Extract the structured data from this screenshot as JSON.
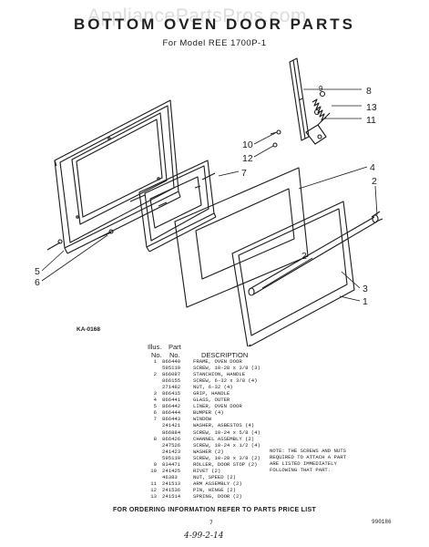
{
  "watermark": "AppliancePartsPros.com",
  "title": "BOTTOM OVEN DOOR PARTS",
  "model_line": "For Model REE 1700P-1",
  "reference_code": "KA-0168",
  "callouts": [
    "8",
    "13",
    "11",
    "10",
    "12",
    "7",
    "4",
    "2",
    "5",
    "6",
    "2",
    "3",
    "1",
    "9"
  ],
  "table_header": {
    "illus_label": "Illus.",
    "no_label": "No.",
    "part_label": "Part",
    "part_no_label": "No.",
    "description_label": "DESCRIPTION"
  },
  "parts": [
    {
      "illus": "1",
      "part": "866440",
      "desc": "FRAME, OVEN DOOR"
    },
    {
      "illus": "",
      "part": "595119",
      "desc": "SCREW, 10-28 x 3/8 (3)"
    },
    {
      "illus": "2",
      "part": "866087",
      "desc": "STANCHION, HANDLE"
    },
    {
      "illus": "",
      "part": "866155",
      "desc": "SCREW, 6-32 x 3/8 (4)"
    },
    {
      "illus": "",
      "part": "271482",
      "desc": "NUT, 6-32 (4)"
    },
    {
      "illus": "3",
      "part": "866415",
      "desc": "GRIP, HANDLE"
    },
    {
      "illus": "4",
      "part": "866441",
      "desc": "GLASS, OUTER"
    },
    {
      "illus": "5",
      "part": "866442",
      "desc": "LINER, OVEN DOOR"
    },
    {
      "illus": "6",
      "part": "866444",
      "desc": "BUMPER (4)"
    },
    {
      "illus": "7",
      "part": "866443",
      "desc": "WINDOW"
    },
    {
      "illus": "",
      "part": "241421",
      "desc": "WASHER, ASBESTOS (4)"
    },
    {
      "illus": "",
      "part": "866884",
      "desc": "SCREW, 10-24 x 5/8 (4)"
    },
    {
      "illus": "8",
      "part": "866426",
      "desc": "CHANNEL ASSEMBLY (2)"
    },
    {
      "illus": "",
      "part": "247526",
      "desc": "SCREW, 10-24 x 1/2 (4)"
    },
    {
      "illus": "",
      "part": "241423",
      "desc": "WASHER (2)"
    },
    {
      "illus": "",
      "part": "595119",
      "desc": "SCREW, 10-28 x 3/8 (2)"
    },
    {
      "illus": "9",
      "part": "834471",
      "desc": "ROLLER, DOOR STOP (2)"
    },
    {
      "illus": "10",
      "part": "241425",
      "desc": "RIVET (2)"
    },
    {
      "illus": "",
      "part": "46383",
      "desc": "NUT, SPEED (2)"
    },
    {
      "illus": "11",
      "part": "241513",
      "desc": "ARM ASSEMBLY (2)"
    },
    {
      "illus": "12",
      "part": "241536",
      "desc": "PIN, HINGE (2)"
    },
    {
      "illus": "13",
      "part": "241514",
      "desc": "SPRING, DOOR (2)"
    }
  ],
  "note_lines": [
    "NOTE: THE SCREWS AND NUTS",
    "REQUIRED TO ATTACH A PART",
    "ARE LISTED IMMEDIATELY",
    "FOLLOWING THAT PART."
  ],
  "ordering_note": "FOR ORDERING INFORMATION REFER TO PARTS PRICE LIST",
  "page_number": "7",
  "document_number": "990186",
  "handwritten_note": "4-99-2-14"
}
